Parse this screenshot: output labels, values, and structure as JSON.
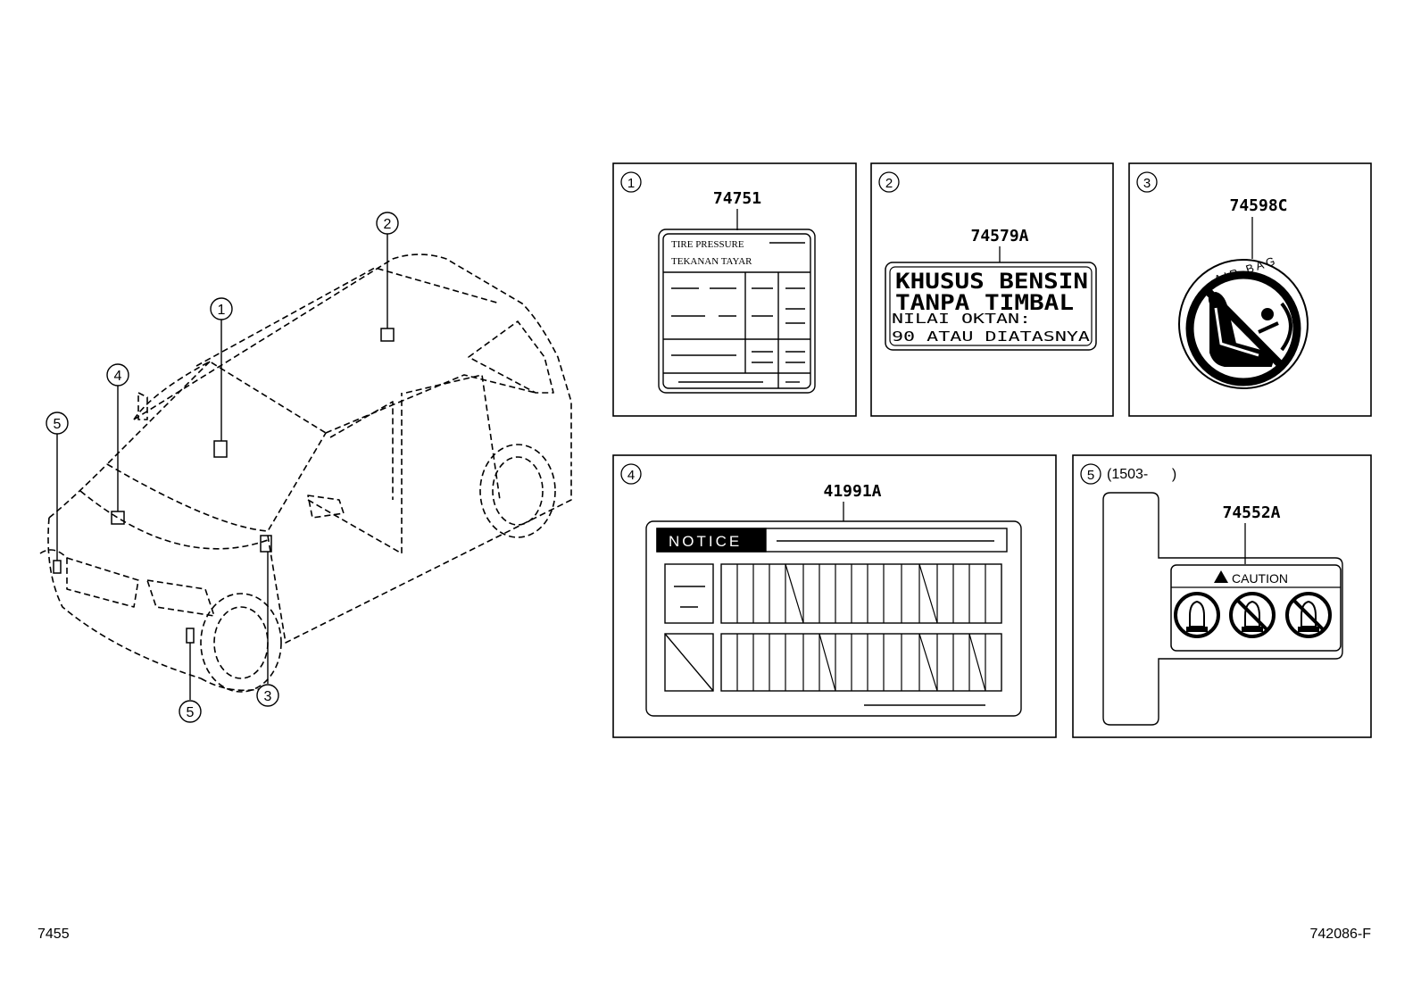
{
  "callouts": [
    "1",
    "2",
    "3",
    "4",
    "5"
  ],
  "panels": {
    "p1": {
      "number": "1",
      "part_no": "74751",
      "label_line1": "TIRE PRESSURE",
      "label_line2": "TEKANAN TAYAR"
    },
    "p2": {
      "number": "2",
      "part_no": "74579A",
      "line1": "KHUSUS BENSIN",
      "line2": "TANPA TIMBAL",
      "line3": "NILAI OKTAN:",
      "line4": "90 ATAU DIATASNYA"
    },
    "p3": {
      "number": "3",
      "part_no": "74598C",
      "arc_text": "AIR BAG",
      "icon": "no-child-seat-airbag-icon"
    },
    "p4": {
      "number": "4",
      "part_no": "41991A",
      "header": "NOTICE"
    },
    "p5": {
      "number": "5",
      "date_range": "(1503-      )",
      "part_no": "74552A",
      "header": "CAUTION",
      "icons": [
        "bulb-icon",
        "no-bulb-icon",
        "no-bulb-icon"
      ]
    }
  },
  "footer": {
    "left": "7455",
    "right": "742086-F"
  }
}
